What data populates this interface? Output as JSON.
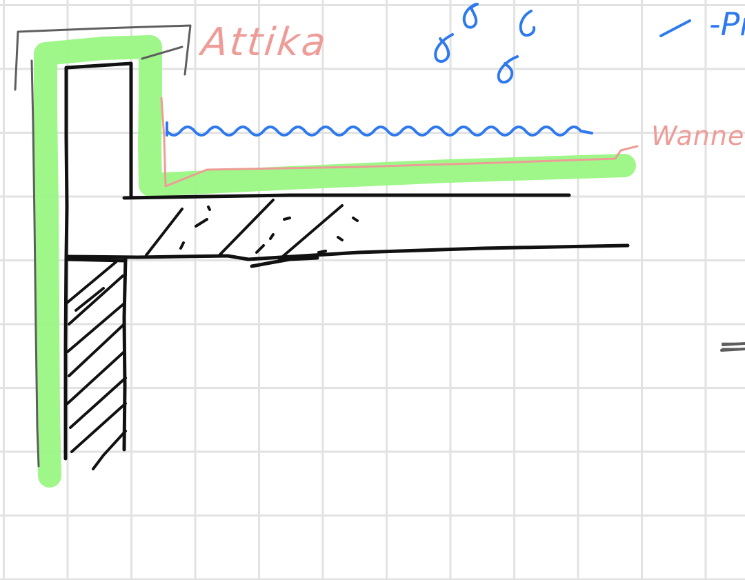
{
  "labels": {
    "attika": "Attika",
    "wanne": "Wanne",
    "right_top": "-Pr",
    "right_mid": "=?"
  },
  "colors": {
    "grid": "#e2e2e2",
    "ink_black": "#111111",
    "ink_grey": "#5e5e5e",
    "highlight_green": "#9af783",
    "label_pink": "#ee9c97",
    "water_blue": "#2f79ee"
  }
}
